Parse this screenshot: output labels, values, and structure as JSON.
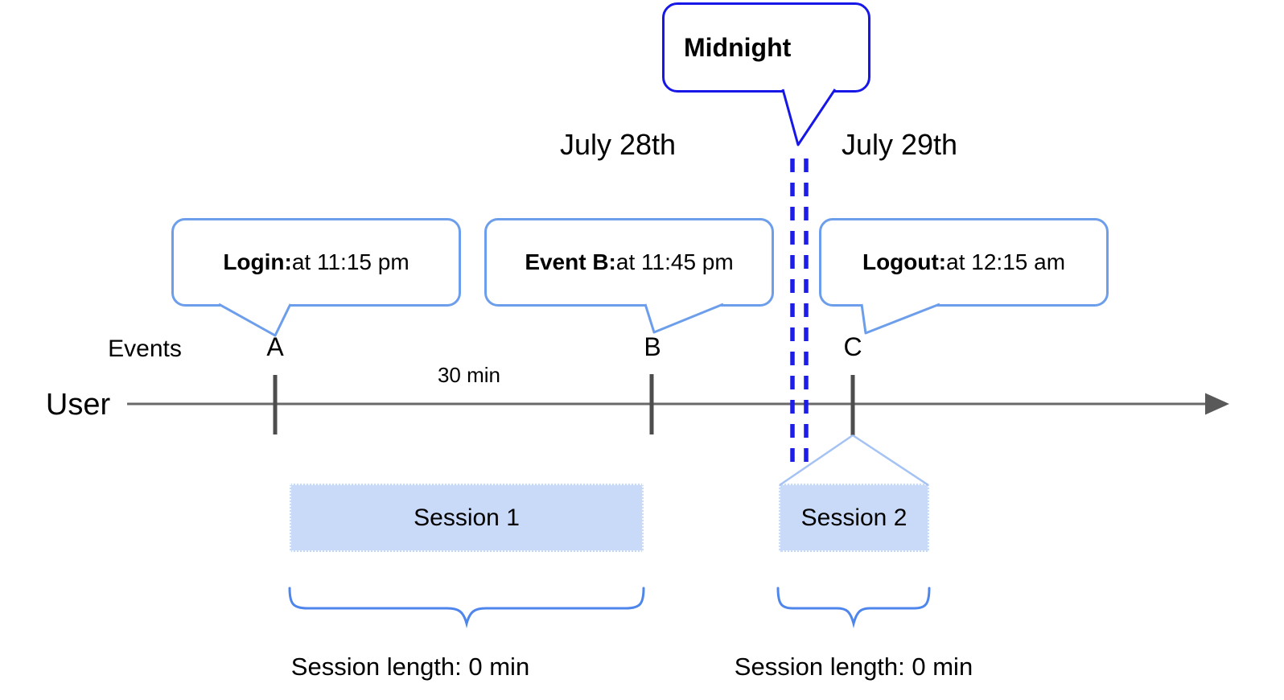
{
  "midnight": {
    "label": "Midnight"
  },
  "dates": {
    "left": "July 28th",
    "right": "July 29th"
  },
  "axis": {
    "events_label": "Events",
    "user_label": "User",
    "interval_label": "30 min",
    "letters": [
      "A",
      "B",
      "C"
    ]
  },
  "callouts": [
    {
      "title": "Login:",
      "detail": " at 11:15 pm"
    },
    {
      "title": "Event B:",
      "detail": " at 11:45 pm"
    },
    {
      "title": "Logout:",
      "detail": " at 12:15 am"
    }
  ],
  "sessions": [
    {
      "label": "Session 1",
      "length_label": "Session length: 0 min"
    },
    {
      "label": "Session 2",
      "length_label": "Session length: 0 min"
    }
  ],
  "colors": {
    "callout_border": "#6d9eeb",
    "midnight_border": "#1717e8",
    "dashed_divider": "#1d1de8",
    "session_fill": "#c9daf8",
    "fan_line": "#a4c2f4",
    "brace": "#4f86ec",
    "timeline": "#696969",
    "tick": "#4d4d4d",
    "text": "#000000"
  }
}
